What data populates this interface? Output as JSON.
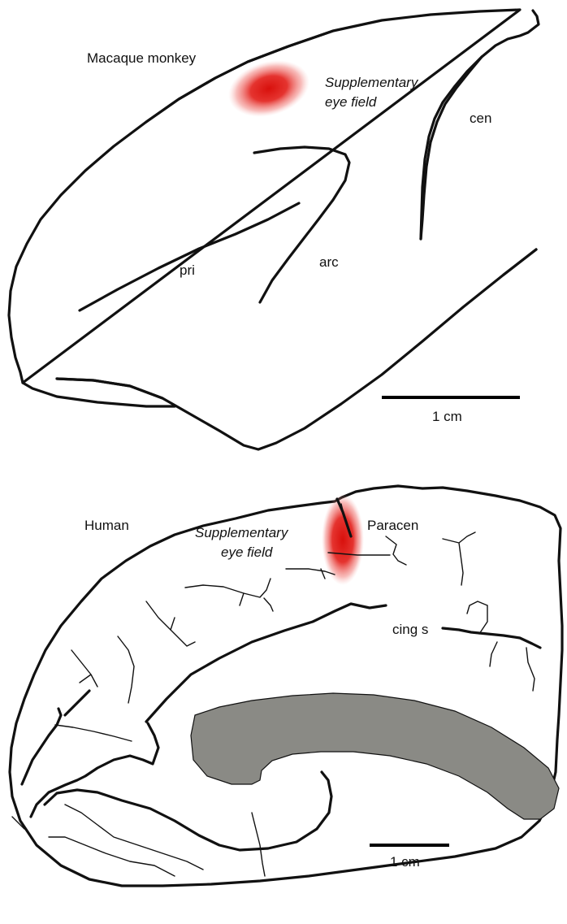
{
  "colors": {
    "highlight": "#e0201c",
    "corpus_callosum_fill": "#8a8a85",
    "line": "#111111"
  },
  "macaque": {
    "title": "Macaque monkey",
    "field_label_line1": "Supplementary",
    "field_label_line2": "eye field",
    "sulcus_cen": "cen",
    "sulcus_pri": "pri",
    "sulcus_arc": "arc",
    "scale_label": "1 cm"
  },
  "human": {
    "title": "Human",
    "field_label_line1": "Supplementary",
    "field_label_line2": "eye field",
    "sulcus_paracen": "Paracen",
    "sulcus_cing": "cing s",
    "scale_label": "1 cm"
  }
}
